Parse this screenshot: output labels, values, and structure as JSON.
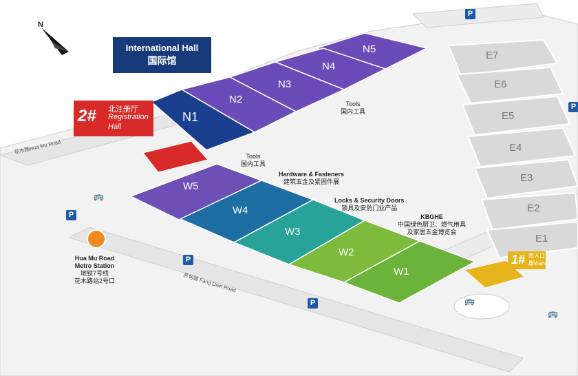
{
  "map": {
    "halls_north": [
      "N1",
      "N2",
      "N3",
      "N4",
      "N5"
    ],
    "halls_west": [
      "W1",
      "W2",
      "W3",
      "W4",
      "W5"
    ],
    "halls_east": [
      "E1",
      "E2",
      "E3",
      "E4",
      "E5",
      "E6",
      "E7"
    ],
    "international_hall": {
      "en": "International Hall",
      "zh": "国际馆"
    },
    "registration_hall": {
      "num": "2#",
      "zh": "北注册厅",
      "en1": "Registration",
      "en2": "Hall"
    },
    "entrance": {
      "num": "1#",
      "zh": "南入口厅",
      "en": "Entrance"
    },
    "categories": {
      "tools_n": {
        "en": "Tools",
        "zh": "国内工具"
      },
      "tools_w": {
        "en": "Tools",
        "zh": "国内工具"
      },
      "hardware": {
        "en": "Hardware & Fasteners",
        "zh": "建筑五金及紧固件展"
      },
      "locks": {
        "en": "Locks & Security Doors",
        "zh": "锁具及安防门业产品"
      },
      "kbghe": {
        "en": "KBGHE",
        "zh1": "中国绿色厨卫、燃气用具",
        "zh2": "及家居五金博览会"
      }
    },
    "metro": {
      "en1": "Hua Mu Road",
      "en2": "Metro Station",
      "zh1": "地铁7号线",
      "zh2": "花木路站2号口"
    },
    "roads": {
      "hua_mu": "花木路Hua Mu Road",
      "fang_dian": "芳甸路 Fang Dian Road"
    },
    "parking_symbol": "P",
    "compass_letter": "N",
    "colors": {
      "intl": "#173a7a",
      "n_halls": "#6a4bb8",
      "n1": "#1b3f8f",
      "reg": "#d92a2a",
      "w5": "#6d4fb5",
      "w4": "#1d6fa3",
      "w3": "#27a39a",
      "w2": "#7cbb3c",
      "w1": "#6cb33b",
      "e_halls": "#d7d7d7",
      "entrance": "#e8b41c",
      "parking": "#1e5aa8",
      "metro": "#f08a1e"
    }
  }
}
